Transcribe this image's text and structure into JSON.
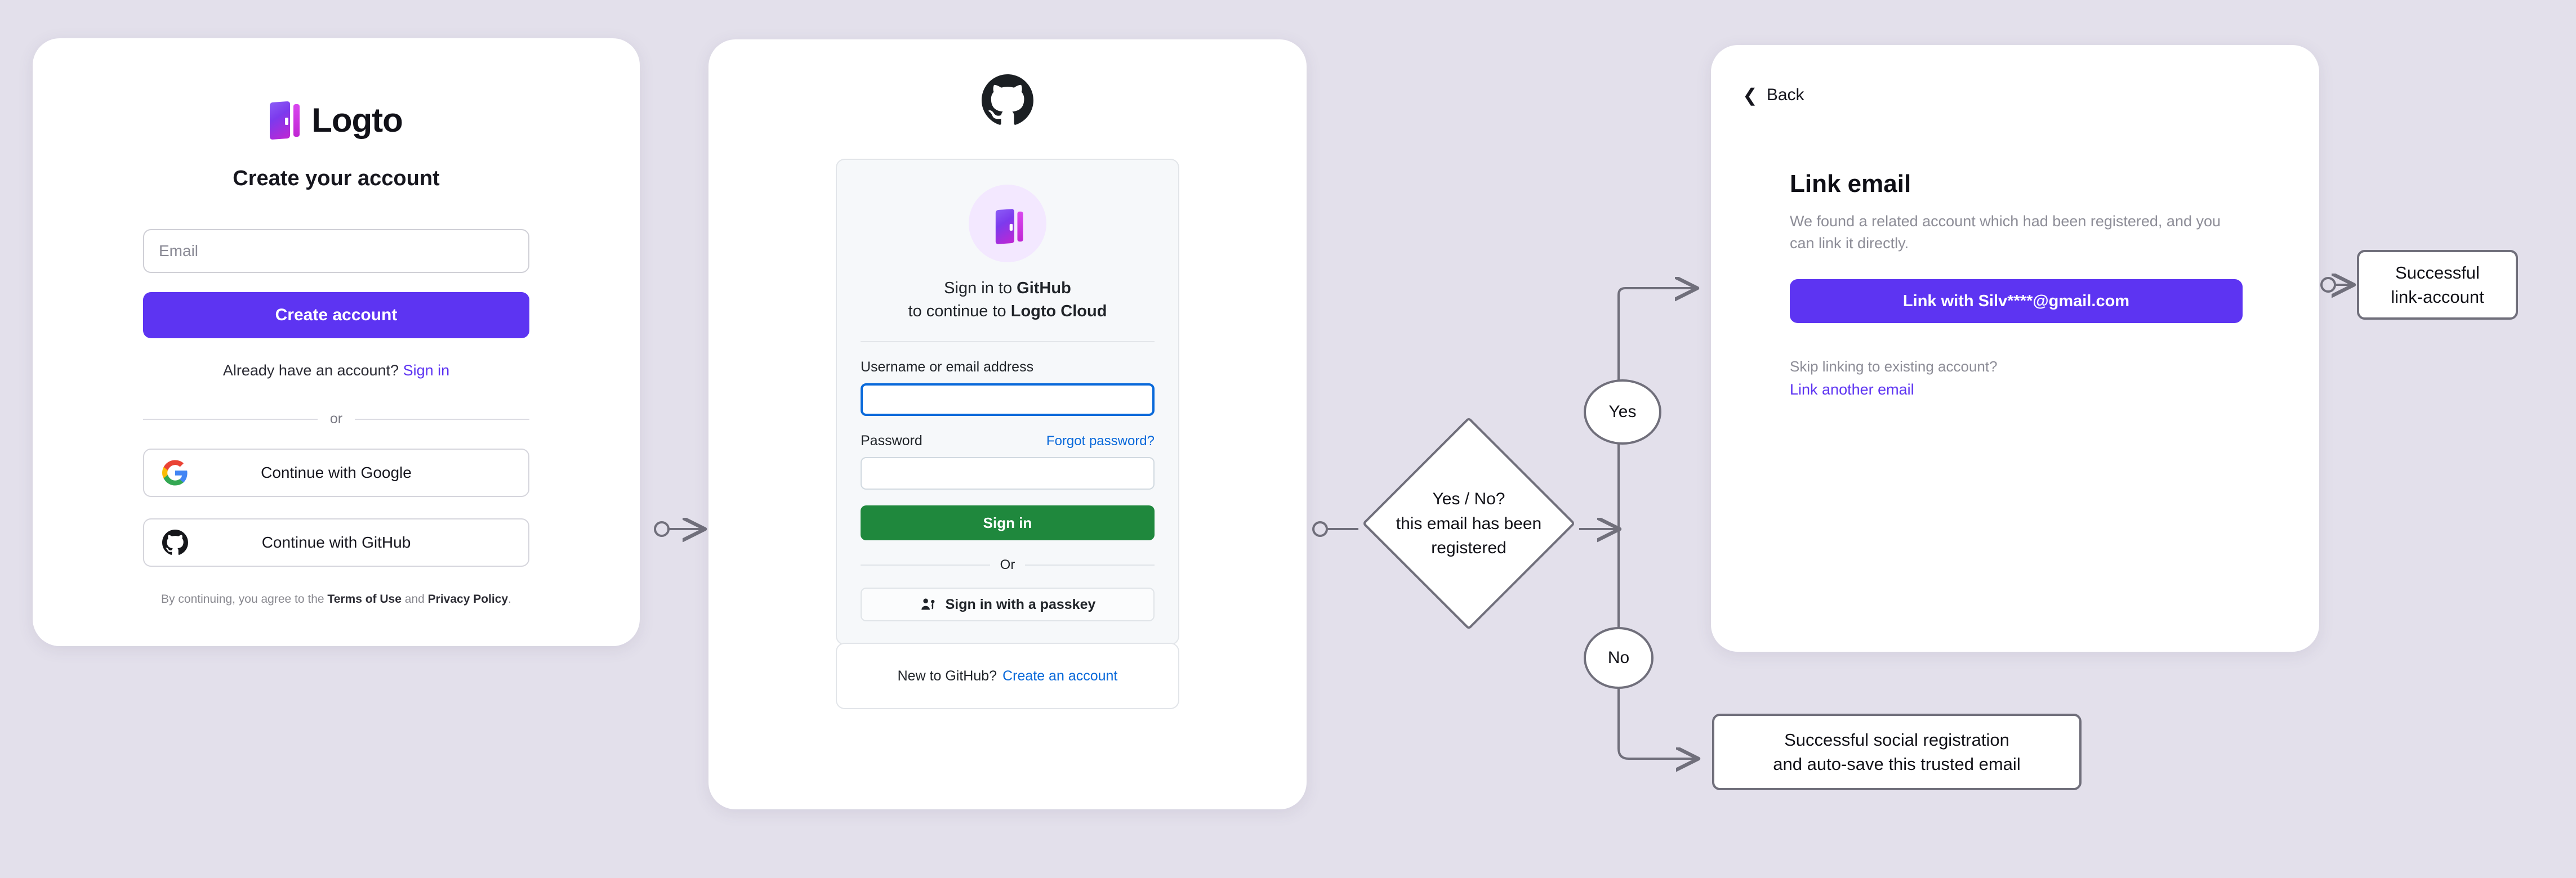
{
  "background_color": "#e3e0eb",
  "accent_purple": "#5d34f2",
  "github_green": "#1f883d",
  "github_blue": "#0969da",
  "flow_stroke": "#706f7b",
  "signup_card": {
    "logo_word": "Logto",
    "title": "Create your account",
    "email_placeholder": "Email",
    "email_value": "",
    "create_account_label": "Create account",
    "already_prefix": "Already have an account?",
    "sign_in_link": "Sign in",
    "divider_label": "or",
    "google_label": "Continue with Google",
    "github_label": "Continue with GitHub",
    "legal_prefix": "By continuing, you agree to the",
    "legal_terms": "Terms of Use",
    "legal_and": "and",
    "legal_privacy": "Privacy Policy",
    "legal_period": "."
  },
  "github_card": {
    "heading_line1_prefix": "Sign in to ",
    "heading_line1_strong": "GitHub",
    "heading_line2_prefix": "to continue to ",
    "heading_line2_strong": "Logto Cloud",
    "username_label": "Username or email address",
    "username_value": "",
    "password_label": "Password",
    "password_value": "",
    "forgot_password_link": "Forgot password?",
    "sign_in_label": "Sign in",
    "divider_label": "Or",
    "passkey_label": "Sign in with a passkey",
    "footer_text": "New to GitHub?",
    "footer_link": "Create an account"
  },
  "link_card": {
    "back_label": "Back",
    "title": "Link email",
    "description": "We found a related account which had been registered, and you can link it directly.",
    "link_button_label": "Link with Silv****@gmail.com",
    "skip_text": "Skip linking to existing account?",
    "another_email_link": "Link another email"
  },
  "flow": {
    "decision_line1": "Yes / No?",
    "decision_line2": "this email has been",
    "decision_line3": "registered",
    "yes_label": "Yes",
    "no_label": "No",
    "success_link_line1": "Successful",
    "success_link_line2": "link-account",
    "success_social_line1": "Successful social registration",
    "success_social_line2": "and auto-save this trusted email"
  }
}
